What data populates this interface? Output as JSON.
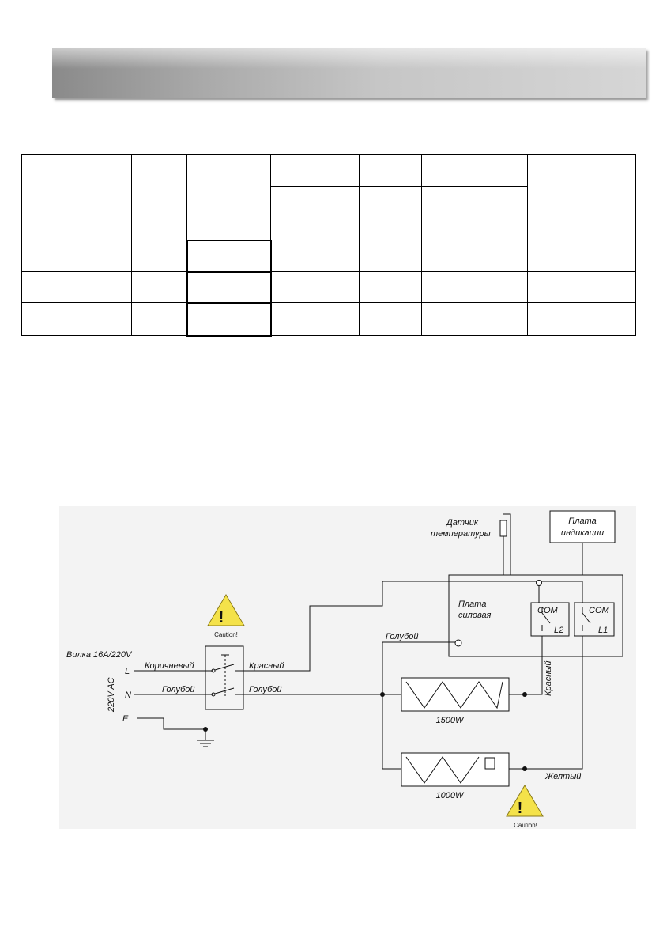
{
  "diagram": {
    "plug": {
      "label": "Вилка 16A/220V",
      "voltage": "220V AC",
      "L": "L",
      "N": "N",
      "E": "E"
    },
    "wires": {
      "brown": "Коричневый",
      "blue_in": "Голубой",
      "red_switch": "Красный",
      "blue_switch": "Голубой",
      "blue_board": "Голубой",
      "red_relay": "Красный",
      "yellow": "Желтый"
    },
    "sensor": {
      "line1": "Датчик",
      "line2": "температуры"
    },
    "display_board": {
      "line1": "Плата",
      "line2": "индикации"
    },
    "power_board": {
      "line1": "Плата",
      "line2": "силовая"
    },
    "relays": [
      {
        "com": "COM",
        "out": "L2"
      },
      {
        "com": "COM",
        "out": "L1"
      }
    ],
    "heaters": [
      {
        "label": "1500W"
      },
      {
        "label": "1000W"
      }
    ],
    "cautions": [
      {
        "label": "Caution!"
      },
      {
        "label": "Caution!"
      }
    ],
    "warning_mark": "!"
  }
}
